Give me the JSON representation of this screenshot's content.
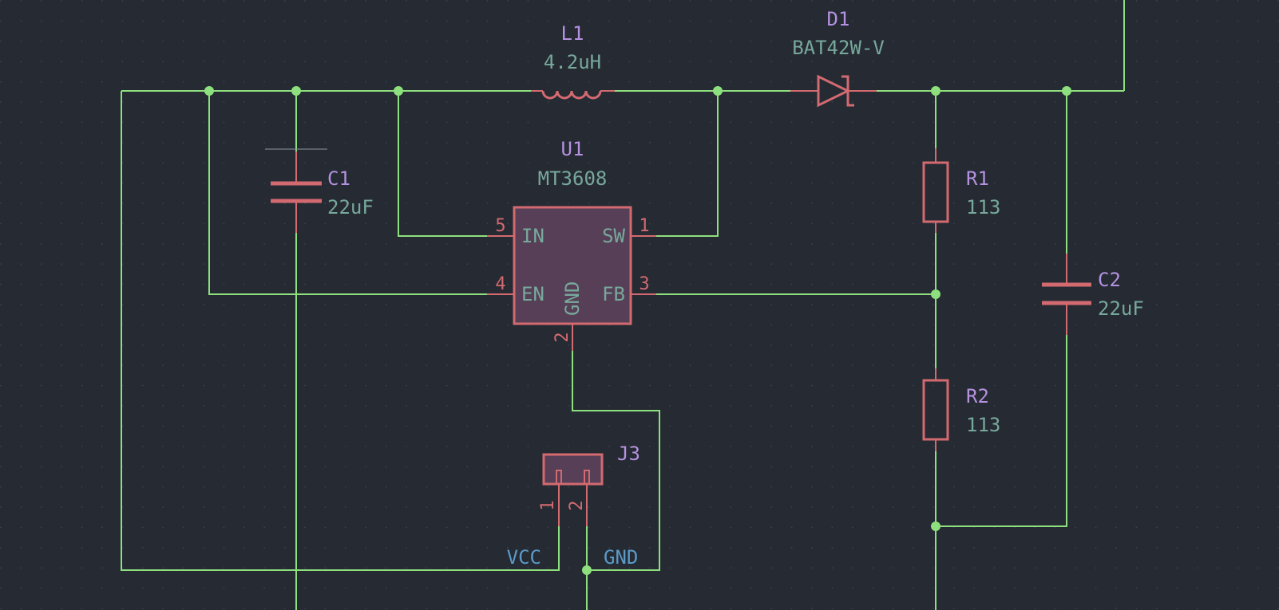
{
  "colors": {
    "background": "#252a33",
    "wire": "#8ee07e",
    "symbol": "#d36a70",
    "ic_fill": "#563f57",
    "reference": "#b592df",
    "value": "#78a89c",
    "net_label": "#5c9bc8"
  },
  "components": {
    "L1": {
      "ref": "L1",
      "value": "4.2uH"
    },
    "D1": {
      "ref": "D1",
      "value": "BAT42W-V"
    },
    "U1": {
      "ref": "U1",
      "value": "MT3608",
      "pins": {
        "in": {
          "name": "IN",
          "num": "5"
        },
        "sw": {
          "name": "SW",
          "num": "1"
        },
        "en": {
          "name": "EN",
          "num": "4"
        },
        "fb": {
          "name": "FB",
          "num": "3"
        },
        "gnd": {
          "name": "GND",
          "num": "2"
        }
      }
    },
    "C1": {
      "ref": "C1",
      "value": "22uF"
    },
    "C2": {
      "ref": "C2",
      "value": "22uF"
    },
    "R1": {
      "ref": "R1",
      "value": "113"
    },
    "R2": {
      "ref": "R2",
      "value": "113"
    },
    "J3": {
      "ref": "J3",
      "pin1": "1",
      "pin2": "2"
    }
  },
  "nets": {
    "vcc": "VCC",
    "gnd": "GND"
  }
}
